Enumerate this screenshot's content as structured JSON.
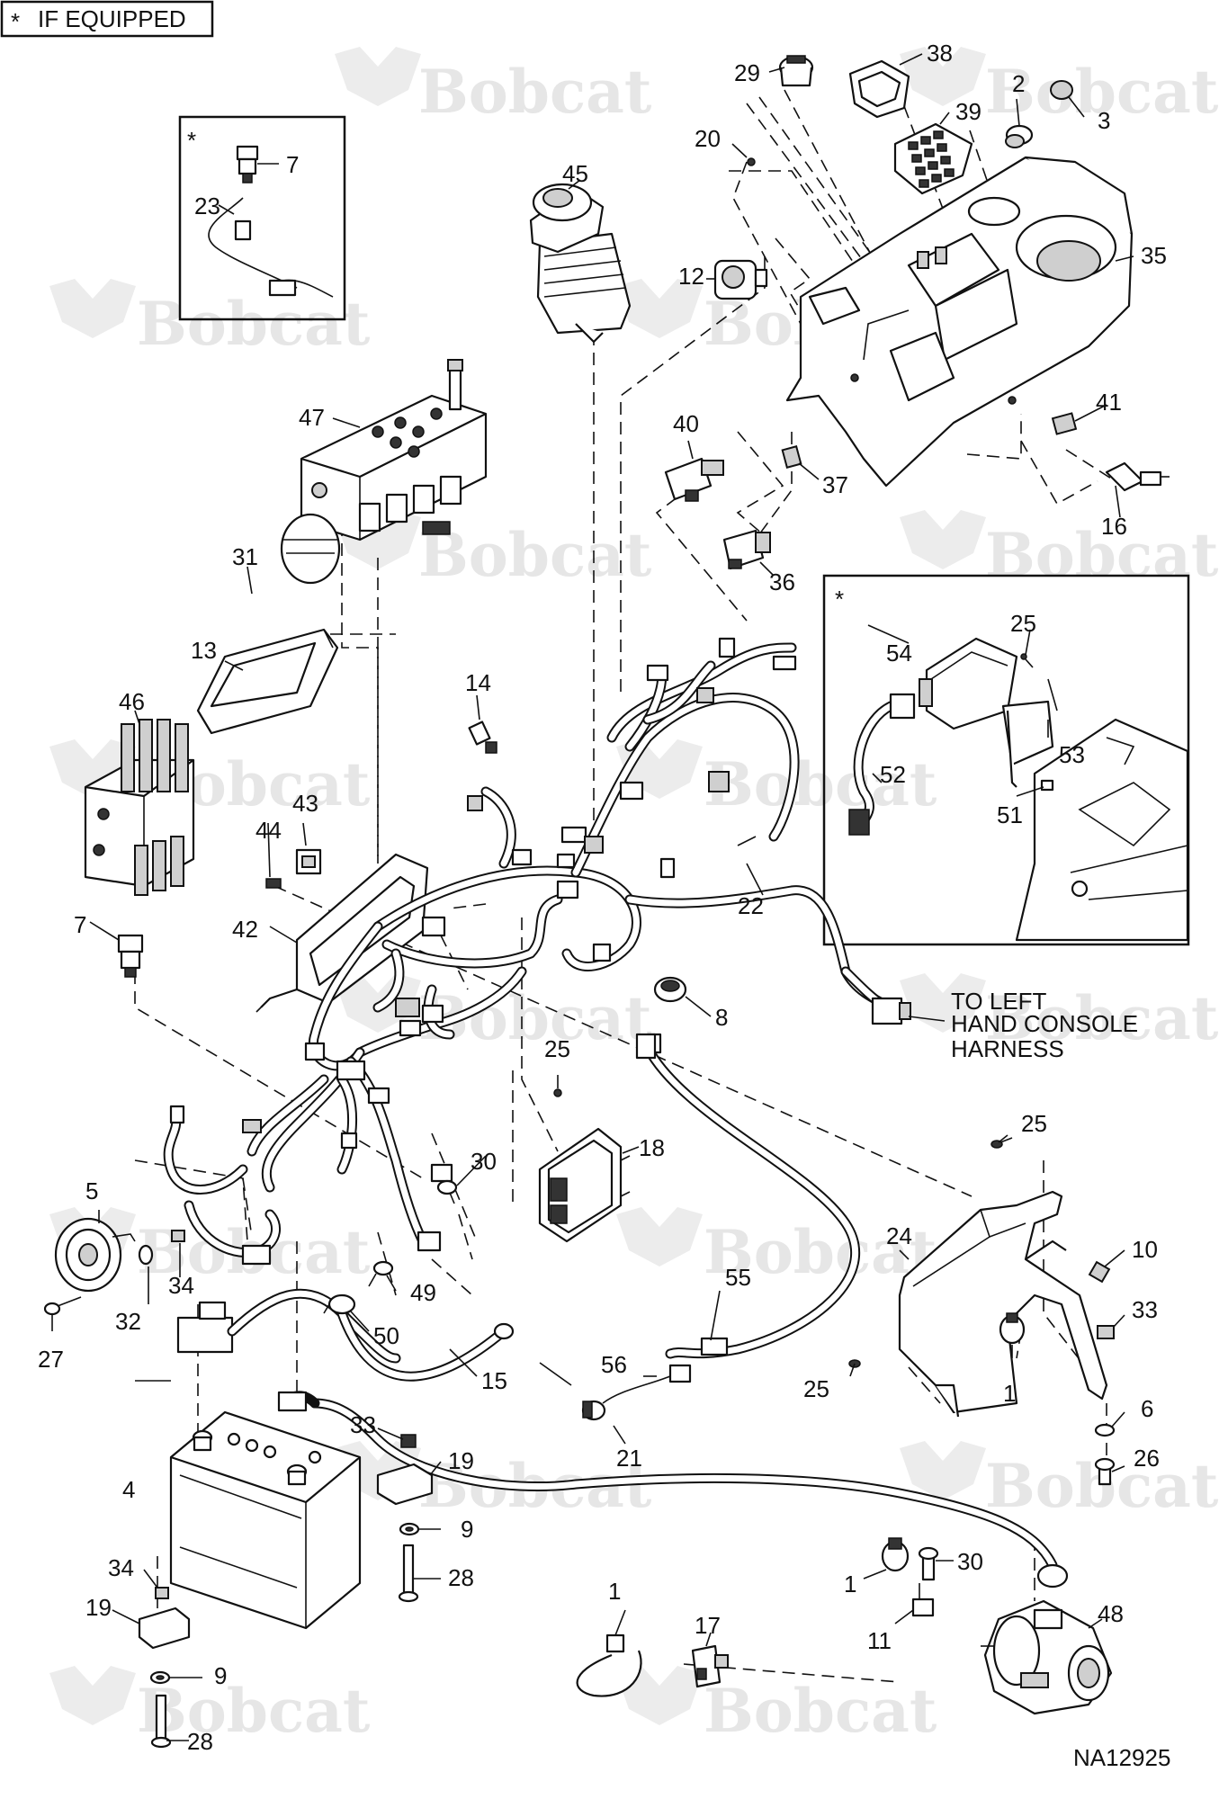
{
  "legend": {
    "star": "*",
    "text": "IF EQUIPPED"
  },
  "watermark": {
    "brand": "Bobcat"
  },
  "note_harness": [
    "TO LEFT",
    "HAND CONSOLE",
    "HARNESS"
  ],
  "drawing_number": "NA12925",
  "inset_star": "*",
  "callouts": {
    "c1a": "1",
    "c1b": "1",
    "c1c": "1",
    "c2": "2",
    "c3": "3",
    "c4": "4",
    "c5": "5",
    "c6": "6",
    "c7a": "7",
    "c7b": "7",
    "c8": "8",
    "c9a": "9",
    "c9b": "9",
    "c10": "10",
    "c11": "11",
    "c12": "12",
    "c13": "13",
    "c14": "14",
    "c15": "15",
    "c16": "16",
    "c17": "17",
    "c18": "18",
    "c19a": "19",
    "c19b": "19",
    "c20": "20",
    "c21": "21",
    "c22": "22",
    "c23": "23",
    "c24": "24",
    "c25a": "25",
    "c25b": "25",
    "c25c": "25",
    "c25d": "25",
    "c26": "26",
    "c27": "27",
    "c28a": "28",
    "c28b": "28",
    "c29": "29",
    "c30a": "30",
    "c30b": "30",
    "c31": "31",
    "c32": "32",
    "c33a": "33",
    "c33b": "33",
    "c34a": "34",
    "c34b": "34",
    "c35": "35",
    "c36": "36",
    "c37": "37",
    "c38": "38",
    "c39": "39",
    "c40": "40",
    "c41": "41",
    "c42": "42",
    "c43": "43",
    "c44": "44",
    "c45": "45",
    "c46": "46",
    "c47": "47",
    "c48": "48",
    "c49": "49",
    "c50": "50",
    "c51": "51",
    "c52": "52",
    "c53": "53",
    "c54": "54",
    "c55": "55",
    "c56": "56"
  }
}
